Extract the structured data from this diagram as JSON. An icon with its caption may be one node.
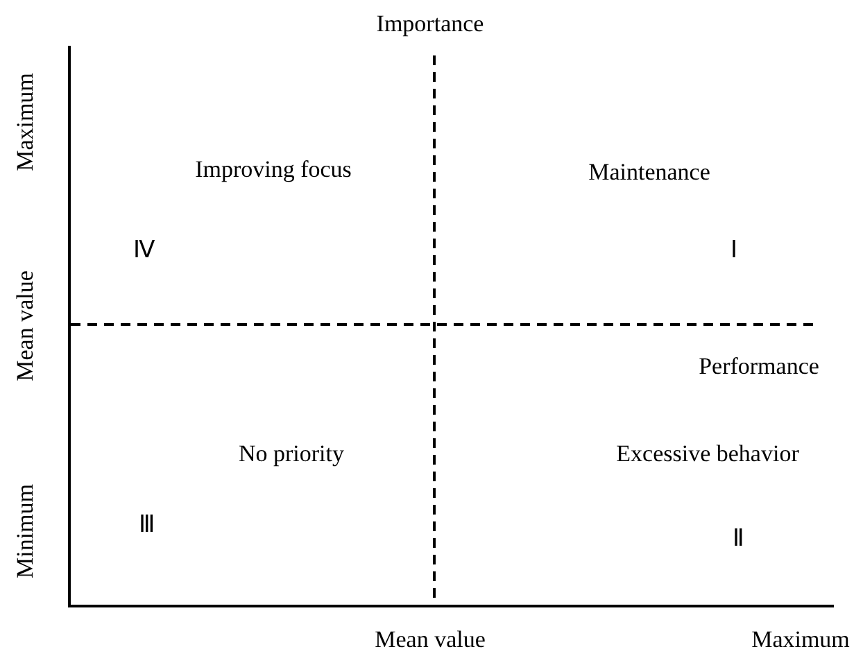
{
  "diagram": {
    "labels": [
      "Importance",
      "Maximum",
      "Improving focus",
      "Maintenance",
      "Mean value",
      "Ⅳ",
      "Ⅰ",
      "Performance",
      "No priority",
      "Excessive behavior",
      "Minimum",
      "Ⅲ",
      "Ⅱ",
      "Mean value",
      "Maximum"
    ]
  }
}
